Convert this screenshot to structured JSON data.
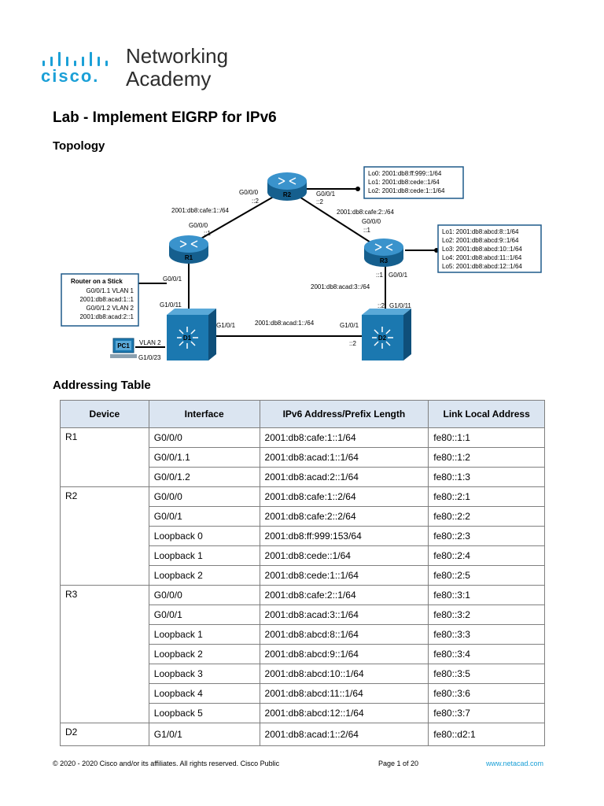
{
  "logo": {
    "brand": "cisco.",
    "line1": "Networking",
    "line2": "Academy",
    "color": "#1ba0d7"
  },
  "title": "Lab - Implement EIGRP for IPv6",
  "topology_heading": "Topology",
  "addressing_heading": "Addressing Table",
  "topology": {
    "devices": [
      "R1",
      "R2",
      "R3",
      "D1",
      "D2",
      "PC1"
    ],
    "r2_loopbacks": [
      "Lo0: 2001:db8:ff:999::1/64",
      "Lo1: 2001:db8:cede::1/64",
      "Lo2: 2001:db8:cede:1::1/64"
    ],
    "r3_loopbacks": [
      "Lo1: 2001:db8:abcd:8::1/64",
      "Lo2: 2001:db8:abcd:9::1/64",
      "Lo3: 2001:db8:abcd:10::1/64",
      "Lo4: 2001:db8:abcd:11::1/64",
      "Lo5: 2001:db8:abcd:12::1/64"
    ],
    "router_on_stick": {
      "title": "Router on a Stick",
      "lines": [
        "G0/0/1.1 VLAN 1",
        "2001:db8:acad:1::1",
        "G0/0/1.2 VLAN 2",
        "2001:db8:acad:2::1"
      ]
    },
    "labels": {
      "r2_g000": "G0/0/0",
      "r2_g000_id": "::2",
      "r2_g001": "G0/0/1",
      "r2_g001_id": "::2",
      "net_cafe1": "2001:db8:cafe:1::/64",
      "r1_g000": "G0/0/0",
      "r1_g000_id": "::1",
      "net_cafe2": "2001:db8:cafe:2::/64",
      "r3_g000": "G0/0/0",
      "r3_g000_id": "::1",
      "r1_g001": "G0/0/1",
      "d1_g1011": "G1/0/11",
      "d1_g101": "G1/0/1",
      "net_acad1": "2001:db8:acad:1::/64",
      "d2_g101": "G1/0/1",
      "d2_id": "::2",
      "net_acad3": "2001:db8:acad:3::/64",
      "r3_g001_id": "::1",
      "r3_g001": "G0/0/1",
      "d2_g1011_id": "::2",
      "d2_g1011": "G1/0/11",
      "vlan2": "VLAN 2",
      "d1_g1023": "G1/0/23"
    }
  },
  "table": {
    "headers": [
      "Device",
      "Interface",
      "IPv6 Address/Prefix Length",
      "Link Local Address"
    ],
    "groups": [
      {
        "device": "R1",
        "rows": [
          [
            "G0/0/0",
            "2001:db8:cafe:1::1/64",
            "fe80::1:1"
          ],
          [
            "G0/0/1.1",
            "2001:db8:acad:1::1/64",
            "fe80::1:2"
          ],
          [
            "G0/0/1.2",
            "2001:db8:acad:2::1/64",
            "fe80::1:3"
          ]
        ]
      },
      {
        "device": "R2",
        "rows": [
          [
            "G0/0/0",
            "2001:db8:cafe:1::2/64",
            "fe80::2:1"
          ],
          [
            "G0/0/1",
            "2001:db8:cafe:2::2/64",
            "fe80::2:2"
          ],
          [
            "Loopback 0",
            "2001:db8:ff:999:153/64",
            "fe80::2:3"
          ],
          [
            "Loopback 1",
            "2001:db8:cede::1/64",
            "fe80::2:4"
          ],
          [
            "Loopback 2",
            "2001:db8:cede:1::1/64",
            "fe80::2:5"
          ]
        ]
      },
      {
        "device": "R3",
        "rows": [
          [
            "G0/0/0",
            "2001:db8:cafe:2::1/64",
            "fe80::3:1"
          ],
          [
            "G0/0/1",
            "2001:db8:acad:3::1/64",
            "fe80::3:2"
          ],
          [
            "Loopback 1",
            "2001:db8:abcd:8::1/64",
            "fe80::3:3"
          ],
          [
            "Loopback 2",
            "2001:db8:abcd:9::1/64",
            "fe80::3:4"
          ],
          [
            "Loopback 3",
            "2001:db8:abcd:10::1/64",
            "fe80::3:5"
          ],
          [
            "Loopback 4",
            "2001:db8:abcd:11::1/64",
            "fe80::3:6"
          ],
          [
            "Loopback 5",
            "2001:db8:abcd:12::1/64",
            "fe80::3:7"
          ]
        ]
      },
      {
        "device": "D2",
        "rows": [
          [
            "G1/0/1",
            "2001:db8:acad:1::2/64",
            "fe80::d2:1"
          ]
        ]
      }
    ]
  },
  "footer": {
    "copyright": "© 2020 - 2020 Cisco and/or its affiliates. All rights reserved. Cisco Public",
    "page": "Page 1 of 20",
    "url": "www.netacad.com"
  },
  "colors": {
    "router": "#1e7bb5",
    "switch": "#1b78b0",
    "link": "#000000",
    "header_fill": "#dbe5f1"
  }
}
